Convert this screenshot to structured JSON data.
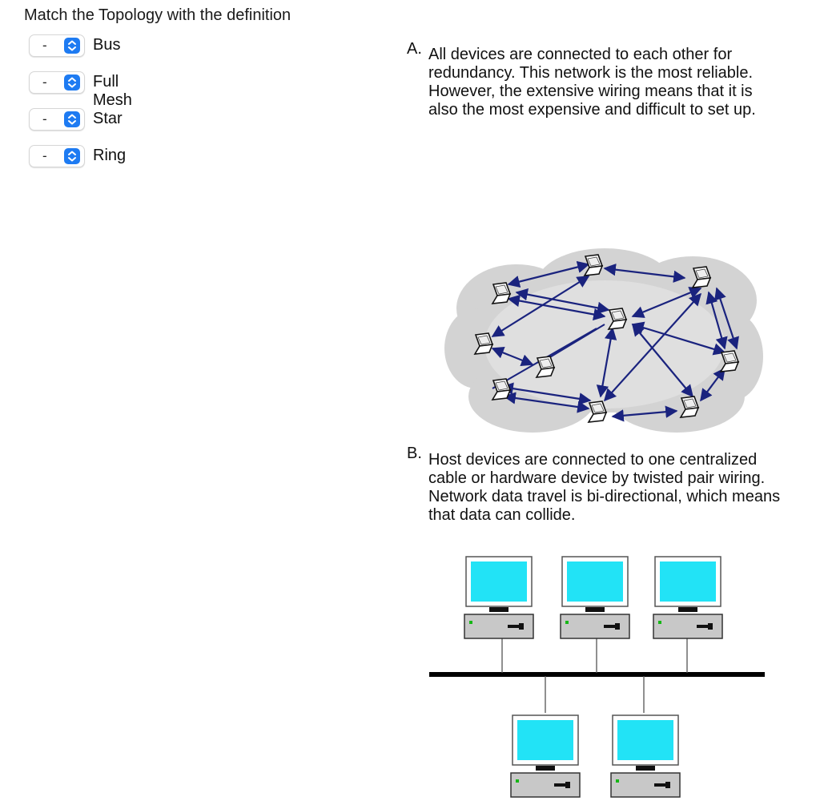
{
  "question": {
    "title": "Match the Topology with the definition"
  },
  "matches": [
    {
      "selected": "-",
      "term": "Bus"
    },
    {
      "selected": "-",
      "term": "Full Mesh"
    },
    {
      "selected": "-",
      "term": "Star"
    },
    {
      "selected": "-",
      "term": "Ring"
    }
  ],
  "options": [
    {
      "letter": "A.",
      "text": "All devices are connected to each other for redundancy. This network is the most reliable. However, the extensive wiring means that it is also the most expensive and difficult to set up.",
      "image": "full-mesh-network-diagram"
    },
    {
      "letter": "B.",
      "text": "Host devices are connected to one centralized cable or hardware device by twisted pair wiring. Network data travel is bi-directional, which means that data can collide.",
      "image": "bus-network-diagram"
    }
  ],
  "colors": {
    "accent": "#1e7bf2",
    "arrow": "#1a237e",
    "cloud": "#d3d3d3",
    "monitor_screen": "#22e3f6",
    "computer_body": "#c8c8c8",
    "bus_cable": "#000000"
  }
}
